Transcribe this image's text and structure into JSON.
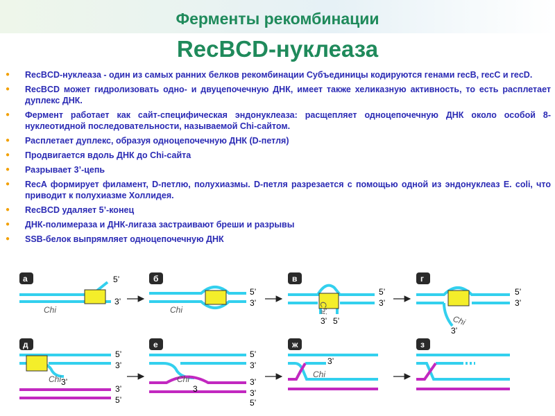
{
  "header": {
    "title": "Ферменты рекомбинации",
    "subtitle": "RecBCD-нуклеаза"
  },
  "bullets": [
    "RecBCD-нуклеаза - один из самых ранних белков рекомбинации Субъединицы кодируются генами recB, recC и recD.",
    "RecBCD может гидролизовать одно- и двуцепочечную ДНК, имеет также хеликазную активность, то есть расплетает дуплекс ДНК.",
    "Фермент работает как сайт-специфическая эндонуклеаза: расщепляет одноцепочечную ДНК около особой 8-нуклеотидной последовательности, называемой Chi-сайтом.",
    "Расплетает дуплекс, образуя одноцепочечную ДНК (D-петля)",
    "Продвигается вдоль ДНК до Chi-сайта",
    "Разрывает 3’-цепь",
    "RecA формирует филамент, D-петлю, полухиазмы. D-петля разрезается с помощью одной из эндонуклеаз E. coli, что приводит к полухиазме Холлидея.",
    "RecBCD удаляет 5’-конец",
    "ДНК-полимераза и ДНК-лигаза застраивают бреши и разрывы",
    "SSB-белок выпрямляет одноцепочечную ДНК"
  ],
  "diagram": {
    "panels": [
      {
        "label": "а",
        "chi": "Chi",
        "ends": [
          "5’",
          "3’"
        ]
      },
      {
        "label": "б",
        "chi": "Chi",
        "ends": [
          "5’",
          "3’"
        ]
      },
      {
        "label": "в",
        "chi": "Chi",
        "ends": [
          "5’",
          "3’",
          "3’",
          "5’"
        ]
      },
      {
        "label": "г",
        "chi": "Chi",
        "ends": [
          "5’",
          "3’",
          "3’"
        ]
      },
      {
        "label": "д",
        "chi": "Chi",
        "ends": [
          "5’",
          "3’",
          "3’",
          "3’",
          "5’"
        ]
      },
      {
        "label": "е",
        "chi": "Chi",
        "ends": [
          "5’",
          "3’",
          "3’",
          "3’",
          "5’",
          "3"
        ]
      },
      {
        "label": "ж",
        "chi": "Chi",
        "ends": [
          "3’"
        ]
      },
      {
        "label": "з",
        "chi": "",
        "ends": []
      }
    ],
    "colors": {
      "strand_cyan": "#33d0ee",
      "strand_magenta": "#c228c0",
      "enzyme_yellow": "#f4ee2a",
      "label_badge": "#2a2a2a",
      "arrow": "#222222"
    }
  }
}
